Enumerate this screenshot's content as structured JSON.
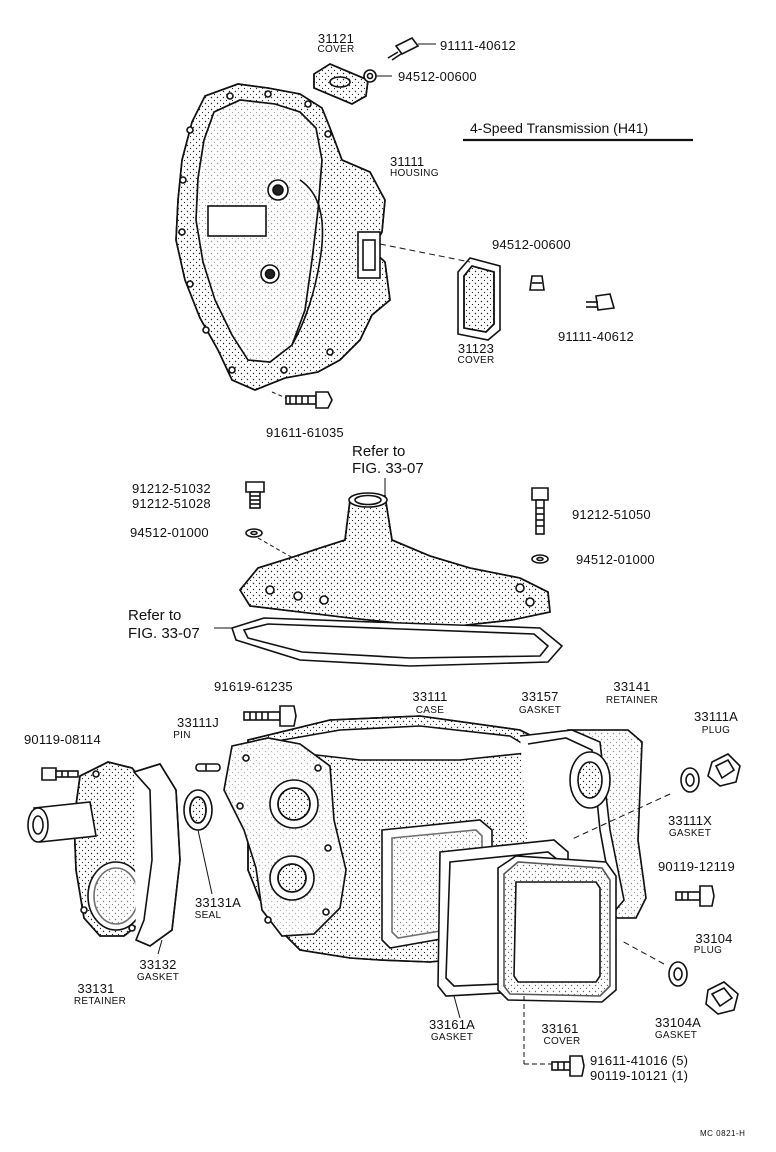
{
  "title": "4-Speed Transmission (H41)",
  "footer": "MC 0821-H",
  "references": {
    "upper": [
      "Refer to",
      "FIG. 33-07"
    ],
    "lower": [
      "Refer to",
      "FIG. 33-07"
    ]
  },
  "labels": {
    "p31121": "31121",
    "p31121_name": "COVER",
    "p91111_40612_a": "91111-40612",
    "p94512_00600_a": "94512-00600",
    "p31111": "31111",
    "p31111_name": "HOUSING",
    "p94512_00600_b": "94512-00600",
    "p91111_40612_b": "91111-40612",
    "p31123": "31123",
    "p31123_name": "COVER",
    "p91611_61035": "91611-61035",
    "p91212_51032": "91212-51032",
    "p91212_51028": "91212-51028",
    "p94512_01000_a": "94512-01000",
    "p91212_51050": "91212-51050",
    "p94512_01000_b": "94512-01000",
    "p91619_61235": "91619-61235",
    "p33111": "33111",
    "p33111_name": "CASE",
    "p33157": "33157",
    "p33157_name": "GASKET",
    "p33141": "33141",
    "p33141_name": "RETAINER",
    "p33111A": "33111A",
    "p33111A_name": "PLUG",
    "p33111J": "33111J",
    "p33111J_name": "PIN",
    "p90119_08114": "90119-08114",
    "p33111X": "33111X",
    "p33111X_name": "GASKET",
    "p90119_12119": "90119-12119",
    "p33131A": "33131A",
    "p33131A_name": "SEAL",
    "p33104": "33104",
    "p33104_name": "PLUG",
    "p33132": "33132",
    "p33132_name": "GASKET",
    "p33131": "33131",
    "p33131_name": "RETAINER",
    "p33161A": "33161A",
    "p33161A_name": "GASKET",
    "p33161": "33161",
    "p33161_name": "COVER",
    "p33104A": "33104A",
    "p33104A_name": "GASKET",
    "p91611_41016": "91611-41016 (5)",
    "p90119_10121": "90119-10121 (1)"
  }
}
